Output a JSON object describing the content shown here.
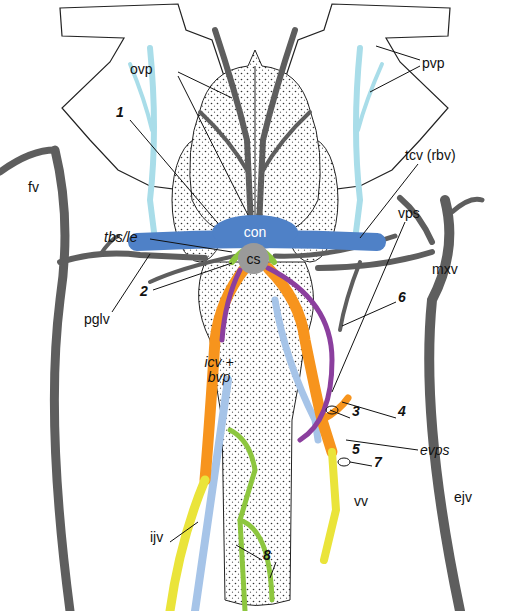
{
  "diagram": {
    "nodes": [
      {
        "text": [
          "con"
        ]
      },
      {
        "text": [
          "cs"
        ]
      }
    ],
    "labels": [
      "ovp",
      "pvp",
      "tcv (rbv)",
      "1",
      "tbs/le",
      "vps",
      "mxv",
      "fv",
      "6",
      "2",
      "pglv",
      "icv + bvp",
      "3",
      "4",
      "evps",
      "5",
      "7",
      "vv",
      "ijv",
      "ejv",
      "8"
    ]
  }
}
